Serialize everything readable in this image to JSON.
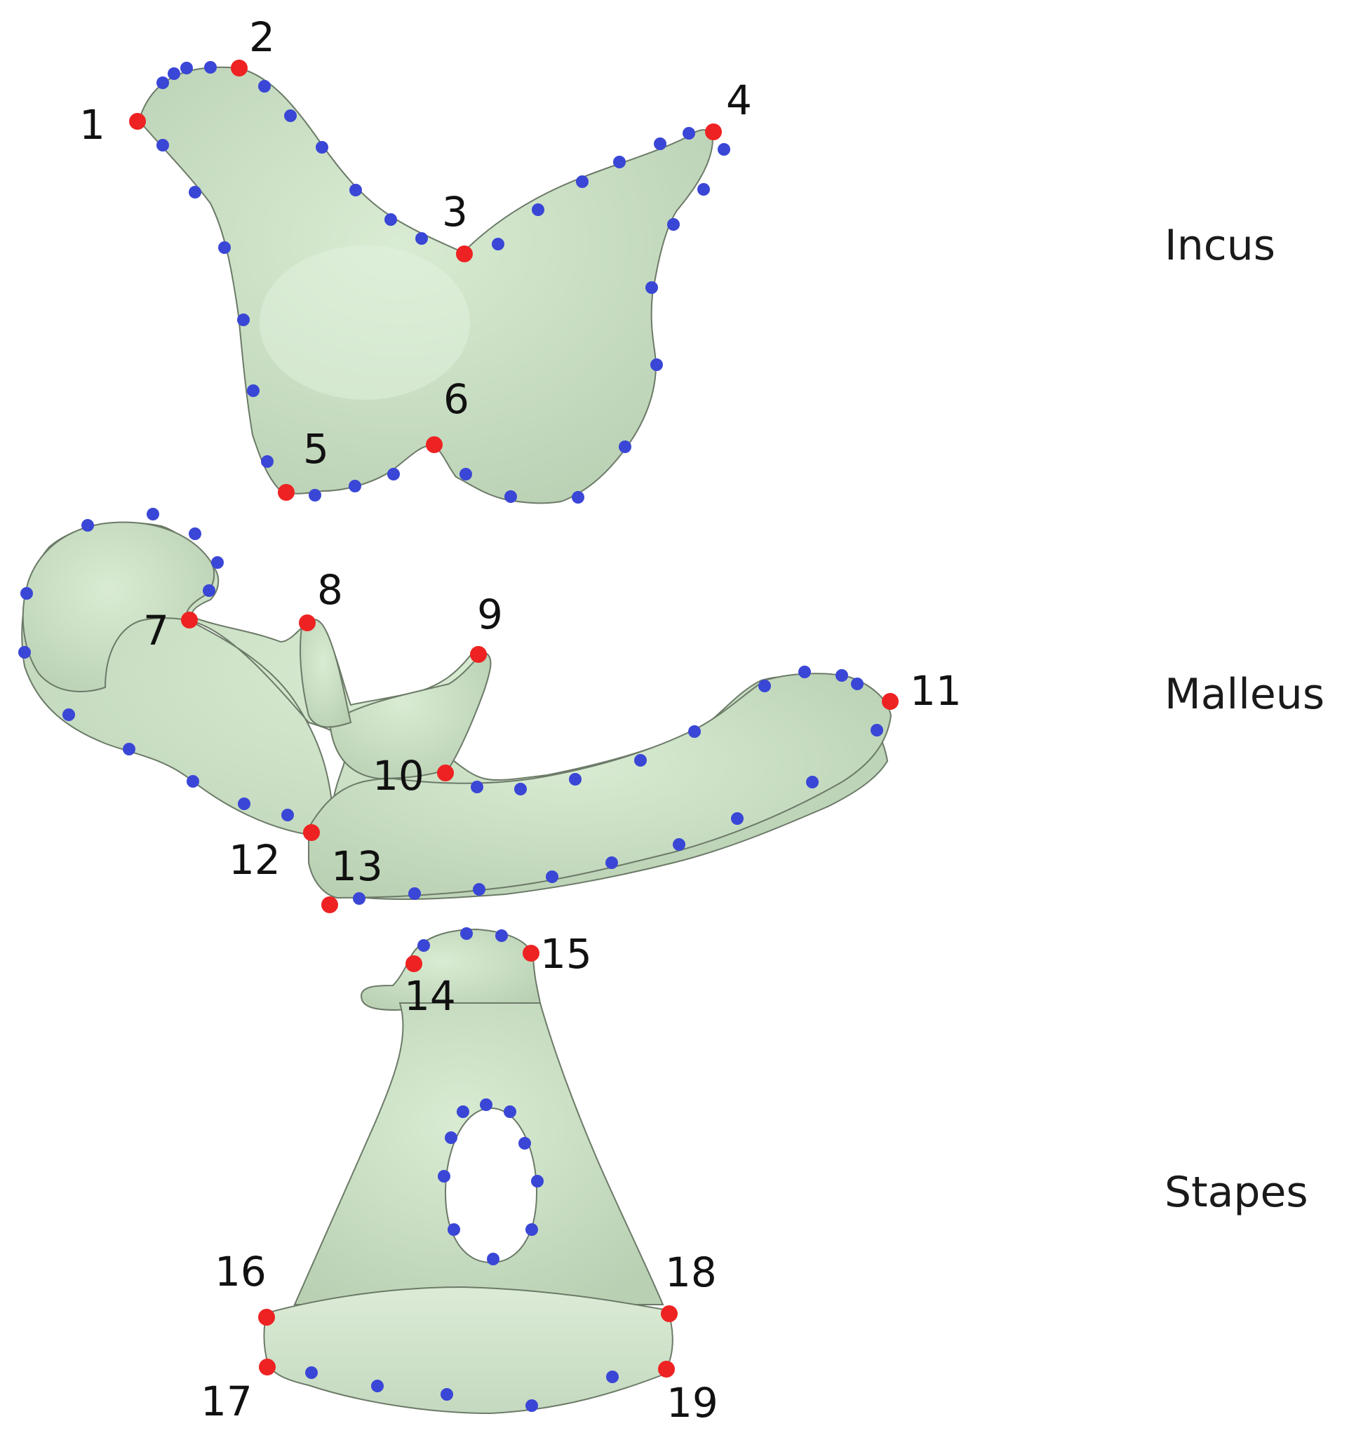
{
  "colors": {
    "bone_fill": "#cfe3c9",
    "bone_shade": "#b7ccb2",
    "landmark": "#ee2222",
    "semilandmark": "#3a46d6",
    "text": "#111111"
  },
  "bone_labels": {
    "incus": "Incus",
    "malleus": "Malleus",
    "stapes": "Stapes"
  },
  "landmarks": {
    "lm1": "1",
    "lm2": "2",
    "lm3": "3",
    "lm4": "4",
    "lm5": "5",
    "lm6": "6",
    "lm7": "7",
    "lm8": "8",
    "lm9": "9",
    "lm10": "10",
    "lm11": "11",
    "lm12": "12",
    "lm13": "13",
    "lm14": "14",
    "lm15": "15",
    "lm16": "16",
    "lm17": "17",
    "lm18": "18",
    "lm19": "19"
  }
}
